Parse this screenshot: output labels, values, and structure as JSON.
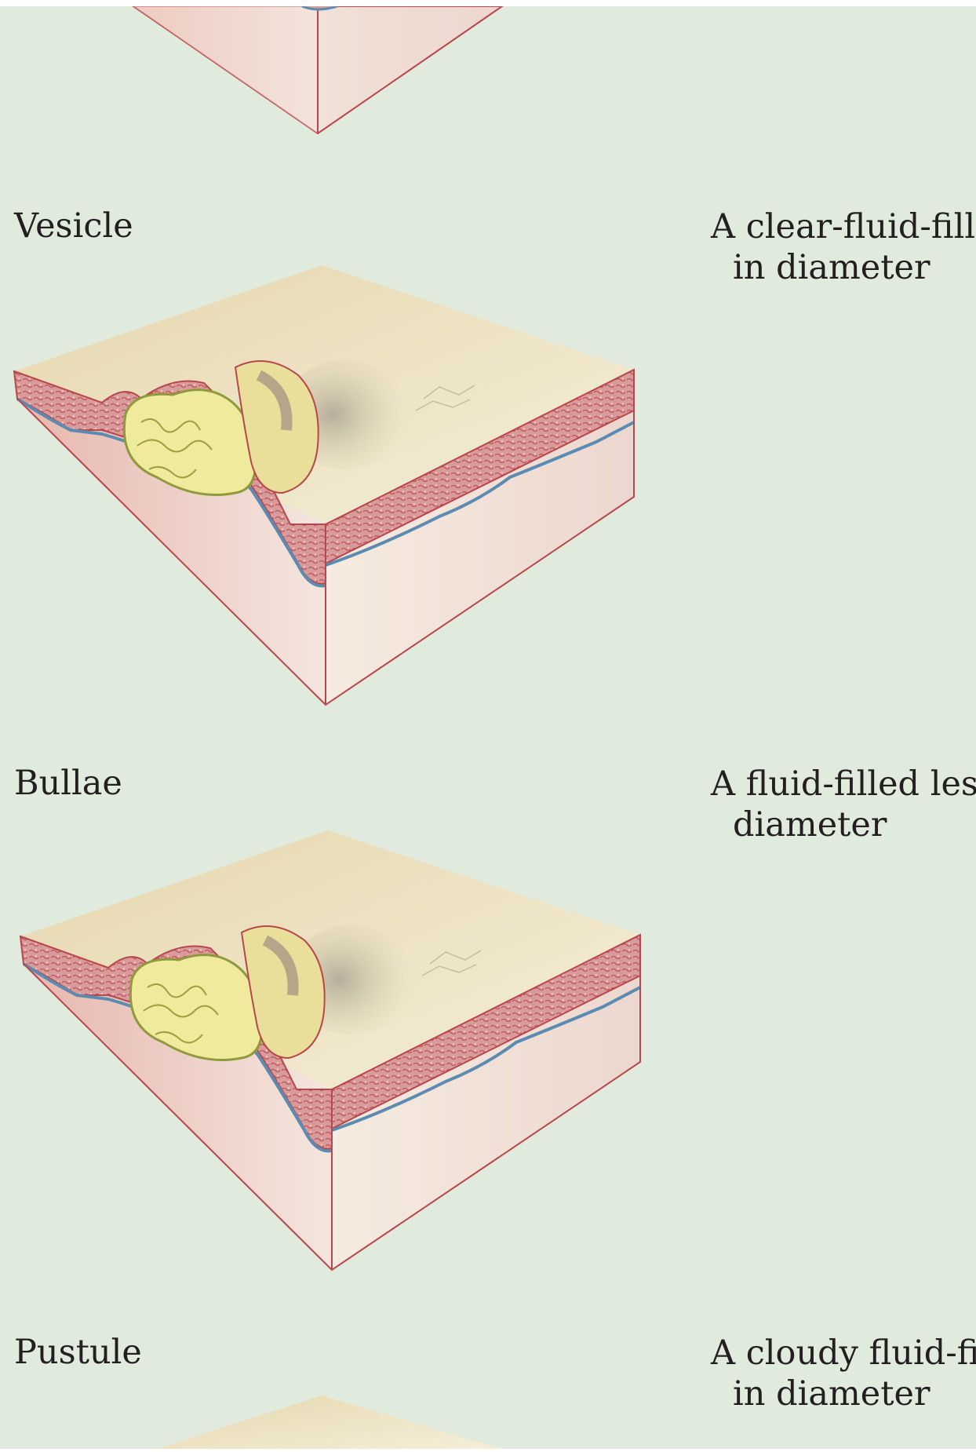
{
  "lesions": [
    {
      "term": "Vesicle",
      "description_lines": [
        "A clear-fluid-fill",
        "in diameter"
      ]
    },
    {
      "term": "Bullae",
      "description_lines": [
        "A fluid-filled lesi",
        "diameter"
      ]
    },
    {
      "term": "Pustule",
      "description_lines": [
        "A cloudy fluid-fi",
        "in diameter"
      ]
    }
  ],
  "colors": {
    "background": "#e0ebde",
    "skin_surface": "#efe7c6",
    "epidermis": "#d9979a",
    "side_face": "#ecc9c2",
    "basement_line": "#5b8bb0",
    "fluid": "#f0eb9c",
    "outline": "#b8464a"
  }
}
